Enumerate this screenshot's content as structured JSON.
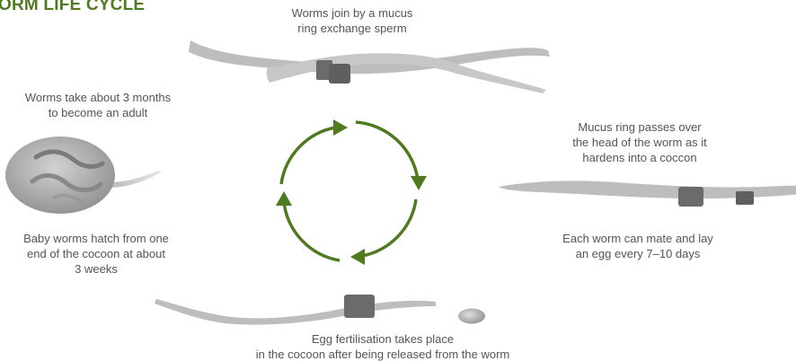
{
  "title": "ORM LIFE CYCLE",
  "captions": {
    "join": "Worms join by a mucus\nring exchange sperm",
    "mucus_ring": "Mucus ring passes over\nthe head of the worm as it\nhardens into a coccon",
    "mate": "Each worm can mate and lay\nan egg every 7–10 days",
    "fertilisation": "Egg fertilisation takes place\nin the cocoon after being released from the worm",
    "hatch": "Baby worms hatch from one\nend of the cocoon at about\n3 weeks",
    "adult": "Worms take about 3 months\nto become an adult"
  },
  "colors": {
    "title": "#4f7a1f",
    "arrow": "#4f7a1f",
    "worm_body": "#bdbdbd",
    "worm_band": "#6b6b6b",
    "text": "#555555"
  }
}
